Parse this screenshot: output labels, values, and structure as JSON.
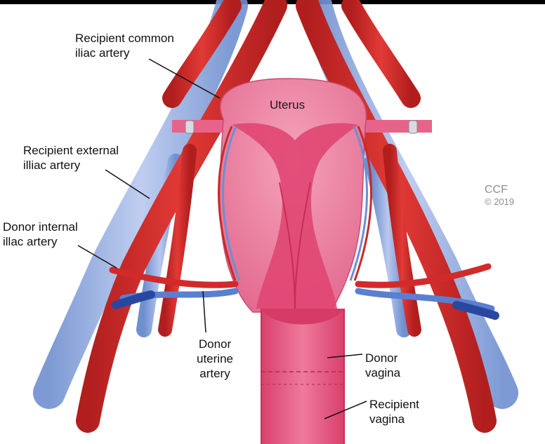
{
  "labels": {
    "recipient_common_iliac": "Recipient common\niliac artery",
    "uterus": "Uterus",
    "recipient_external_iliac": "Recipient external\nilliac artery",
    "donor_internal_iliac": "Donor internal\nillac artery",
    "donor_uterine_artery": "Donor\nuterine\nartery",
    "donor_vagina": "Donor\nvagina",
    "recipient_vagina": "Recipient\nvagina"
  },
  "credit": {
    "logo": "CCF",
    "copyright": "© 2019"
  },
  "colors": {
    "artery": "#d62b2b",
    "artery_dark": "#a81616",
    "vein": "#7f9fd6",
    "vein_dark": "#2a47a0",
    "uterus": "#e8799a",
    "uterus_inner": "#dd2f62",
    "vagina": "#e0517a"
  }
}
